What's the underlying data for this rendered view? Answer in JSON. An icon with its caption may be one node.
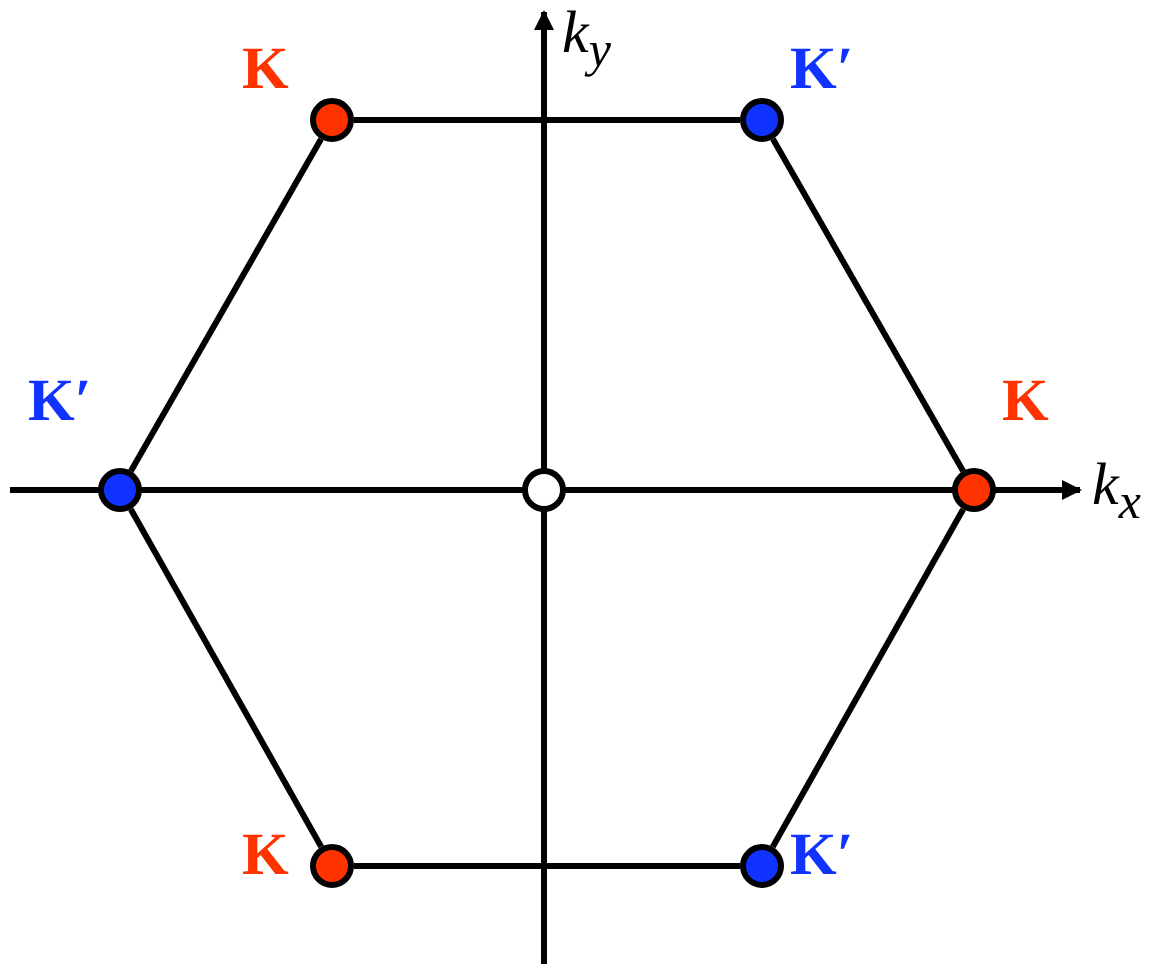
{
  "diagram": {
    "nodes": [
      {
        "text": [
          "K"
        ]
      },
      {
        "text": [
          "K′"
        ]
      },
      {
        "text": [
          "K′"
        ]
      },
      {
        "text": [],
        "shape": "circle"
      },
      {
        "text": [
          "K"
        ]
      },
      {
        "text": [
          "K"
        ]
      },
      {
        "text": [
          "K′"
        ]
      }
    ],
    "edges": [
      {
        "from": 0,
        "to": 1,
        "arrow": "none"
      },
      {
        "from": 1,
        "to": 4,
        "arrow": "none"
      },
      {
        "from": 4,
        "to": 6,
        "arrow": "none"
      },
      {
        "from": 6,
        "to": 5,
        "arrow": "none"
      },
      {
        "from": 5,
        "to": 2,
        "arrow": "none"
      },
      {
        "from": 2,
        "to": 0,
        "arrow": "none"
      }
    ],
    "labels": [
      "k$_{y}$",
      "k$_{x}$"
    ]
  }
}
